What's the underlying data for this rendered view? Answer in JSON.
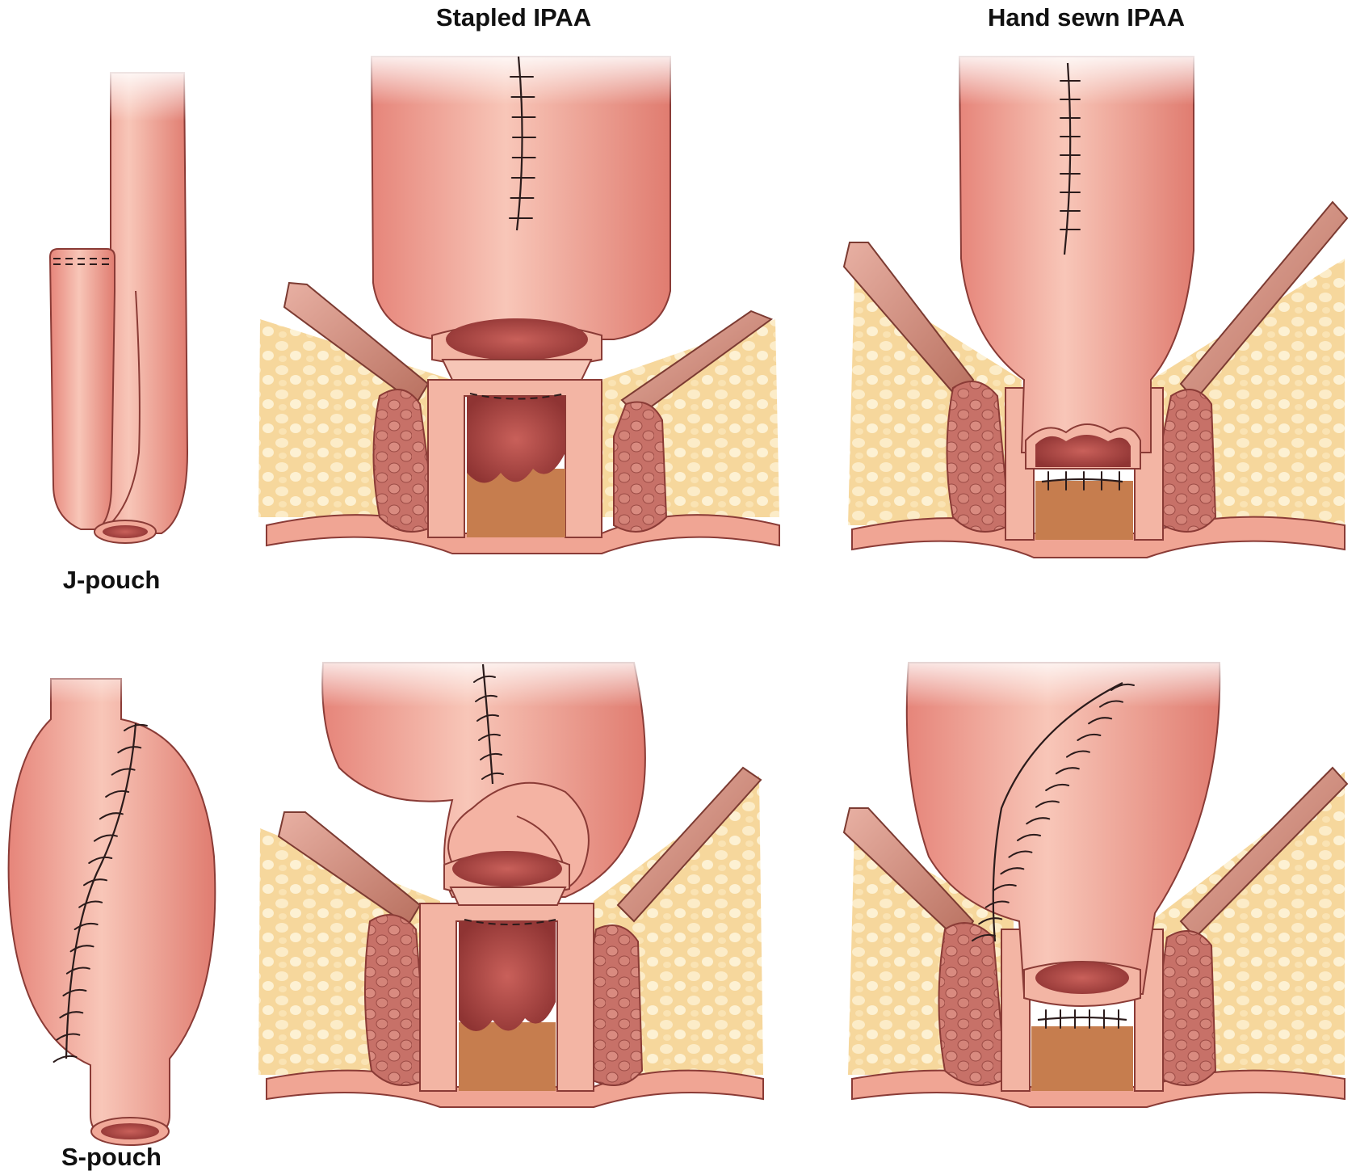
{
  "labels": {
    "stapled": "Stapled IPAA",
    "handsewn": "Hand sewn IPAA",
    "jpouch": "J-pouch",
    "spouch": "S-pouch"
  },
  "colors": {
    "bowel_light": "#f6c3b4",
    "bowel_mid": "#ef9d8a",
    "bowel_dark": "#d8756a",
    "bowel_outline": "#8a3b36",
    "lumen": "#b9544e",
    "muscle": "#c9857a",
    "sphincter": "#c0706a",
    "fat": "#f8e0a8",
    "anal_canal": "#c5804f",
    "suture": "#2b1b1b"
  }
}
